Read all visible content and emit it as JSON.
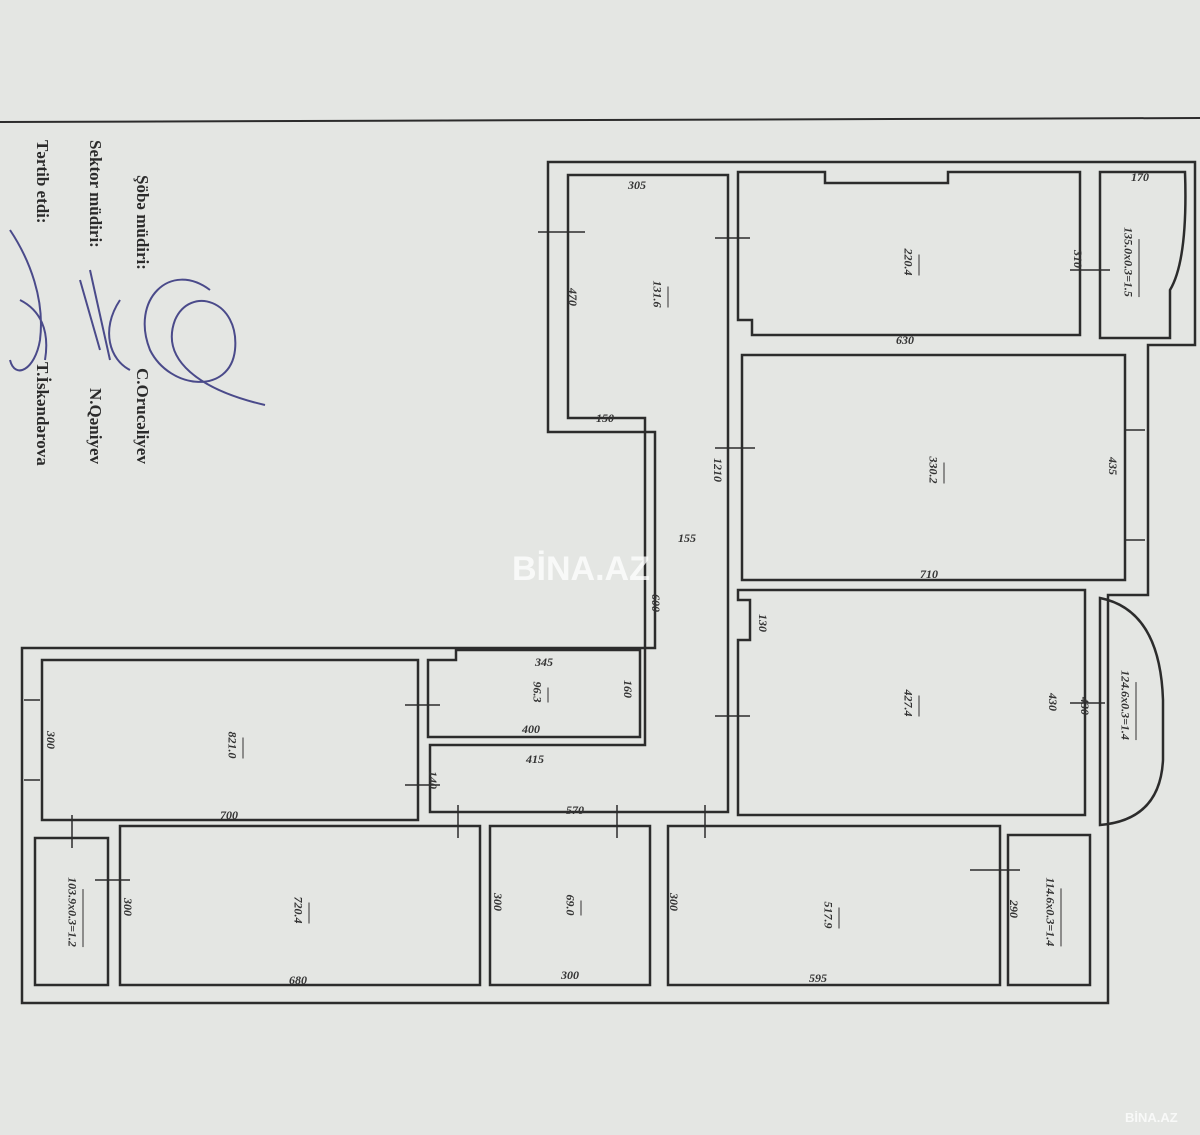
{
  "signatures": {
    "dept_head_label": "Şöbə müdiri:",
    "dept_head_name": "C.Orucəliyev",
    "sector_head_label": "Sektor müdiri:",
    "sector_head_name": "N.Qəniyev",
    "compiled_by_label": "Tərtib etdi:",
    "compiled_by_name": "T.İskəndərova"
  },
  "rooms": [
    {
      "num": "1",
      "area": "31.6"
    },
    {
      "num": "2",
      "area": "20.4"
    },
    {
      "num": "3",
      "area": "30.2"
    },
    {
      "num": "4",
      "area": "27.4"
    },
    {
      "num": "5",
      "area": "17.9"
    },
    {
      "num": "6",
      "area": "9.0"
    },
    {
      "num": "7",
      "area": "20.4"
    },
    {
      "num": "8",
      "area": "21.0"
    },
    {
      "num": "9",
      "area": "6.3"
    },
    {
      "num": "10",
      "area": "3.9x0.3=1.2"
    },
    {
      "num": "11",
      "area": "4.6x0.3=1.4"
    },
    {
      "num": "12",
      "area": "4.6x0.3=1.4"
    },
    {
      "num": "13",
      "area": "5.0x0.3=1.5"
    }
  ],
  "dimensions": [
    "305",
    "470",
    "150",
    "1210",
    "155",
    "600",
    "630",
    "310",
    "170",
    "435",
    "710",
    "130",
    "430",
    "430",
    "345",
    "160",
    "400",
    "415",
    "140",
    "570",
    "700",
    "300",
    "300",
    "680",
    "300",
    "300",
    "300",
    "595",
    "290"
  ],
  "watermark": "BİNA.AZ",
  "corner_watermark": "BİNA.AZ"
}
